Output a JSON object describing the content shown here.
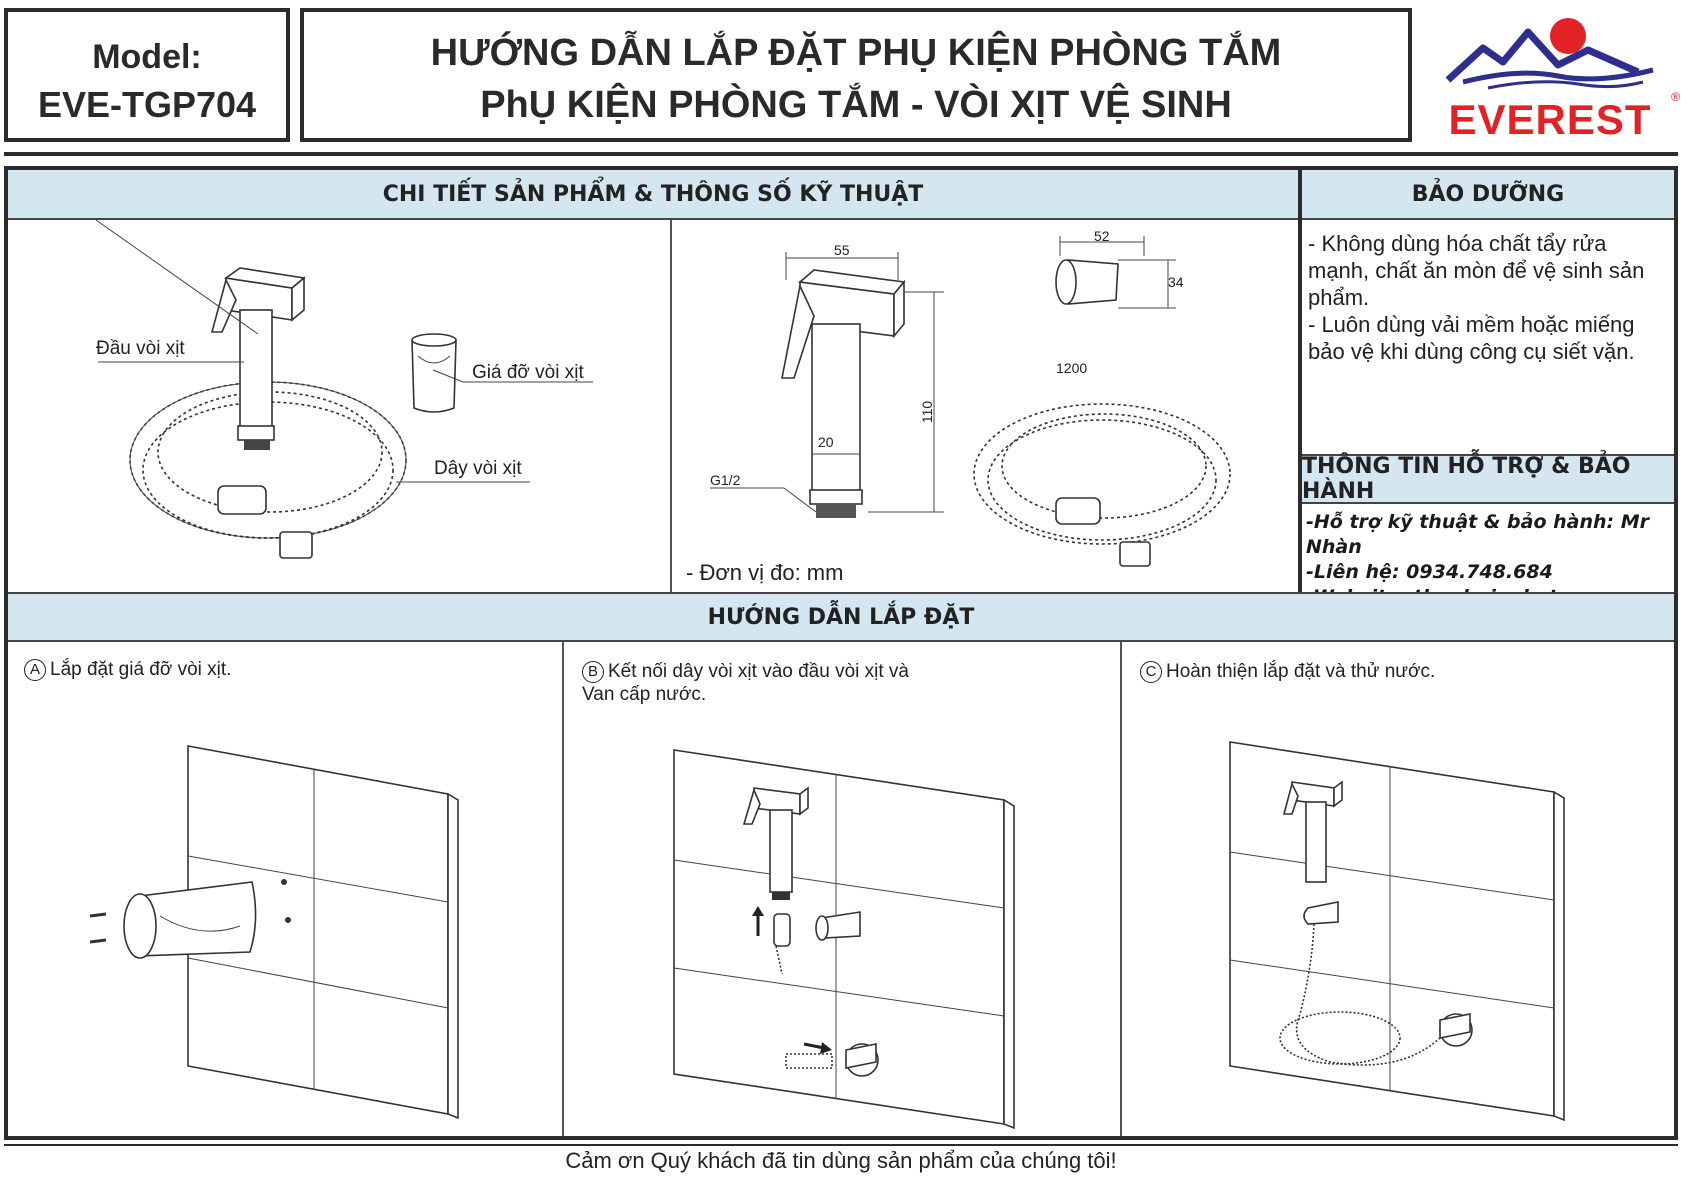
{
  "header": {
    "model_label": "Model:",
    "model_value": "EVE-TGP704",
    "title_line1": "HƯỚNG DẪN LẮP ĐẶT PHỤ KIỆN PHÒNG TẮM",
    "title_line2": "PhỤ KIỆN PHÒNG TẮM - VÒI XỊT VỆ SINH",
    "logo_text": "EVEREST",
    "logo_mark": "®",
    "brand_color": "#e32226",
    "logo_blue": "#2e2e8e"
  },
  "spec": {
    "section_title": "CHI TIẾT SẢN PHẨM & THÔNG SỐ KỸ THUẬT",
    "label_head": "Đầu vòi xịt",
    "label_holder": "Giá đỡ vòi xịt",
    "label_hose": "Dây vòi xịt",
    "dim_head_width": "55",
    "dim_head_height": "110",
    "dim_body_width": "20",
    "dim_thread": "G1/2",
    "dim_holder_width": "52",
    "dim_holder_height": "34",
    "dim_hose_length": "1200",
    "unit_note": "- Đơn vị đo: mm"
  },
  "care": {
    "section_title": "BẢO DƯỠNG",
    "line1": "- Không dùng hóa chất tẩy rửa mạnh, chất ăn mòn để vệ sinh sản phẩm.",
    "line2": "- Luôn dùng vải mềm hoặc miếng bảo vệ khi dùng công cụ siết vặn."
  },
  "support": {
    "section_title": "THÔNG TIN HỖ TRỢ & BẢO HÀNH",
    "line1": "-Hỗ trợ kỹ thuật & bảo hành: Mr Nhàn",
    "line2": "-Liên hệ: 0934.748.684",
    "line3": "-Website: thanhgiaphat.vn"
  },
  "install": {
    "section_title": "HƯỚNG DẪN LẮP ĐẶT",
    "steps": [
      {
        "letter": "A",
        "text": "Lắp đặt giá đỡ vòi xịt."
      },
      {
        "letter": "B",
        "text": "Kết nối dây vòi xịt vào đầu vòi xịt và",
        "text2": "Van cấp nước."
      },
      {
        "letter": "C",
        "text": "Hoàn thiện lắp đặt và thử nước."
      }
    ]
  },
  "footer": {
    "text": "Cảm ơn Quý khách đã tin dùng sản phẩm của chúng tôi!"
  }
}
